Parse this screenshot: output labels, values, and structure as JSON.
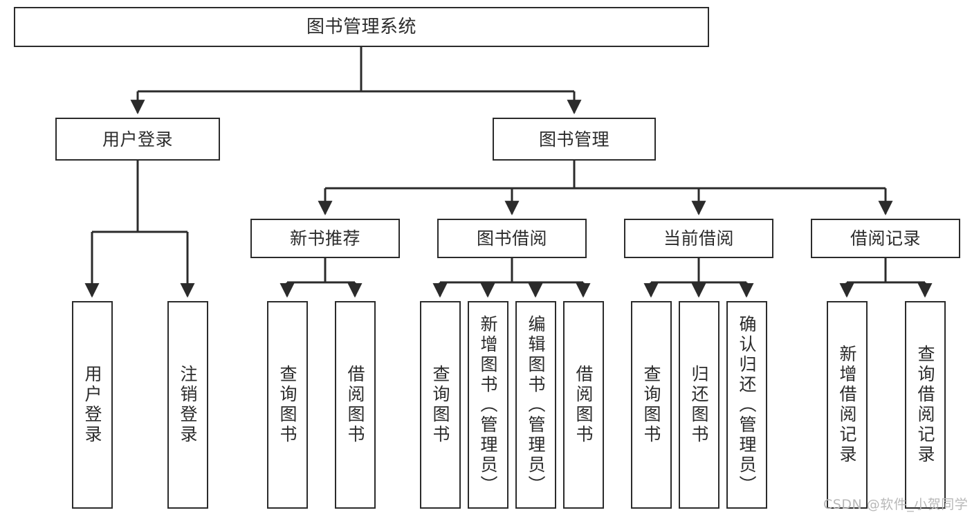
{
  "diagram": {
    "type": "tree",
    "title": "图书管理系统",
    "orientation": "top-down",
    "colors": {
      "box_border": "#2b2b2b",
      "box_fill": "#ffffff",
      "edge": "#2b2b2b",
      "text": "#2b2b2b",
      "background": "#ffffff",
      "watermark": "#b8b8b8"
    }
  },
  "nodes": {
    "root": {
      "label": "图书管理系统"
    },
    "level2": [
      {
        "label": "用户登录"
      },
      {
        "label": "图书管理"
      }
    ],
    "level3": [
      {
        "label": "新书推荐"
      },
      {
        "label": "图书借阅"
      },
      {
        "label": "当前借阅"
      },
      {
        "label": "借阅记录"
      }
    ],
    "leaves": {
      "user_login": [
        {
          "label": "用户登录"
        },
        {
          "label": "注销登录"
        }
      ],
      "new_book": [
        {
          "label": "查询图书"
        },
        {
          "label": "借阅图书"
        }
      ],
      "book_borrow": [
        {
          "label": "查询图书"
        },
        {
          "label": "新增图书（管理员）"
        },
        {
          "label": "编辑图书（管理员）"
        },
        {
          "label": "借阅图书"
        }
      ],
      "current_borrow": [
        {
          "label": "查询图书"
        },
        {
          "label": "归还图书"
        },
        {
          "label": "确认归还（管理员）"
        }
      ],
      "borrow_record": [
        {
          "label": "新增借阅记录"
        },
        {
          "label": "查询借阅记录"
        }
      ]
    }
  },
  "watermark": {
    "text": "CSDN @软件_小贺同学"
  }
}
